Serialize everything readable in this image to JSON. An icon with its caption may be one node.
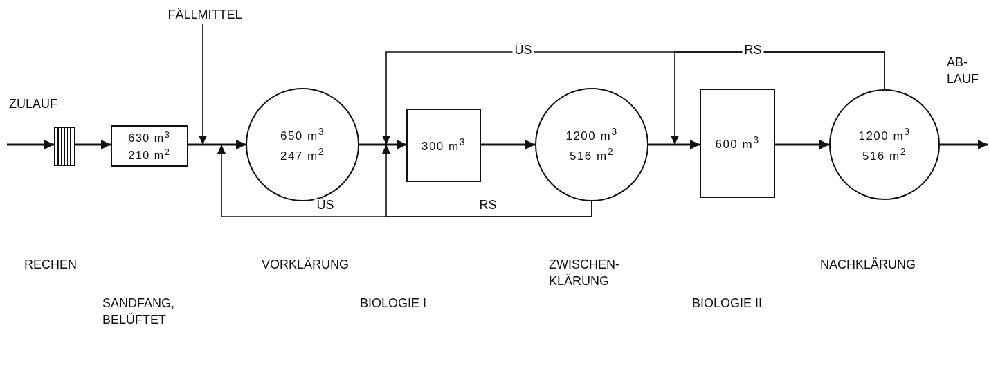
{
  "diagram": {
    "nodes": [
      {
        "text": [],
        "shape": "box"
      },
      {
        "text": [
          "630 m$^{3}$",
          "210 m$^{2}$"
        ]
      },
      {
        "text": [
          "650 m$^{3}$",
          "247 m$^{2}$"
        ]
      },
      {
        "text": [
          "300 m$^{3}$"
        ]
      },
      {
        "text": [
          "1200 m$^{3}$",
          "516 m$^{2}$"
        ]
      },
      {
        "text": [
          "600 m$^{3}$"
        ]
      },
      {
        "text": [
          "1200 m$^{3}$",
          "516 m$^{2}$"
        ]
      },
      {
        "text": [
          "FÄLLMITTEL"
        ]
      }
    ],
    "edges": [
      {
        "from": null,
        "to": 0,
        "arrow": "to"
      },
      {
        "from": 0,
        "to": 1,
        "arrow": "to"
      },
      {
        "from": 1,
        "to": 2,
        "arrow": "to"
      },
      {
        "from": 7,
        "to": 2,
        "arrow": "to"
      },
      {
        "from": 2,
        "to": 3,
        "arrow": "to"
      },
      {
        "from": 3,
        "to": 4,
        "arrow": "to"
      },
      {
        "from": 4,
        "to": 5,
        "arrow": "to"
      },
      {
        "from": 5,
        "to": 6,
        "arrow": "to"
      },
      {
        "from": 6,
        "to": null,
        "arrow": "to"
      },
      {
        "from": 6,
        "to": 3,
        "arrow": "to",
        "label": "ÜS"
      },
      {
        "from": 6,
        "to": 5,
        "arrow": "to",
        "label": "RS"
      },
      {
        "from": 4,
        "to": 2,
        "arrow": "to",
        "label": "ÜS"
      },
      {
        "from": 4,
        "to": 3,
        "arrow": "to",
        "label": "RS"
      }
    ],
    "labels": [
      "ZULAUF",
      "AB- LAUF",
      "RECHEN",
      "VORKLÄRUNG",
      "ZWISCHEN- KLÄRUNG",
      "NACHKLÄRUNG",
      "SANDFANG, BELÜFTET",
      "BIOLOGIE I",
      "BIOLOGIE II"
    ]
  }
}
